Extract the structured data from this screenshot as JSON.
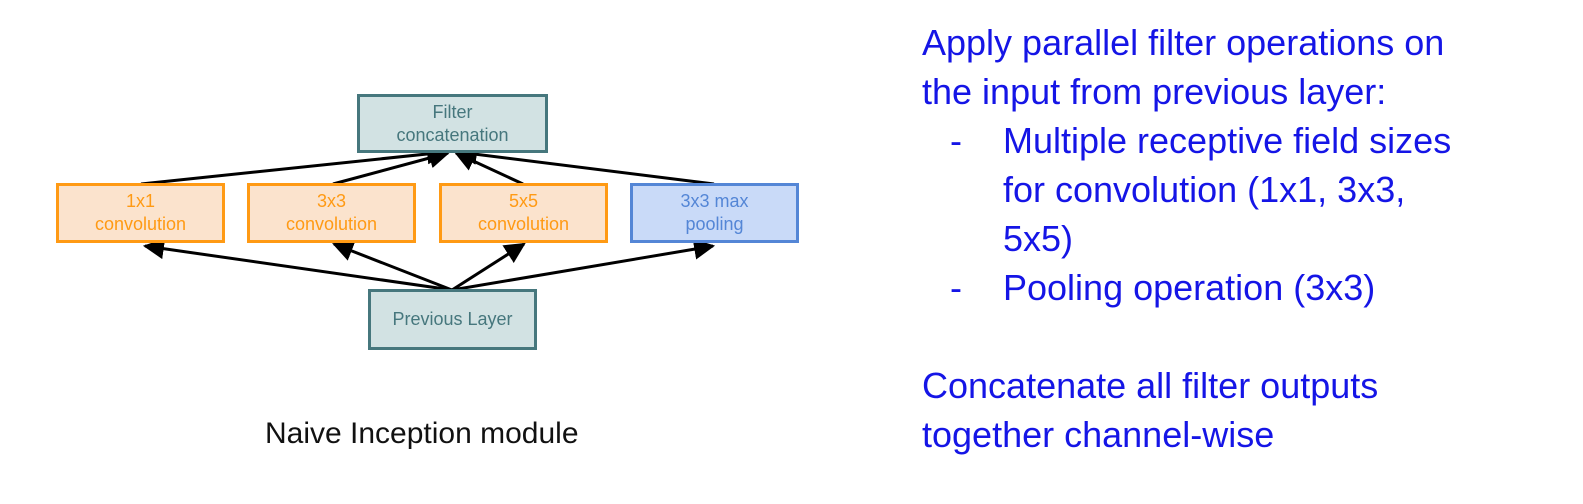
{
  "diagram": {
    "nodes": {
      "filter_concat": [
        "Filter",
        "concatenation"
      ],
      "conv1": [
        "1x1",
        "convolution"
      ],
      "conv3": [
        "3x3",
        "convolution"
      ],
      "conv5": [
        "5x5",
        "convolution"
      ],
      "pool": [
        "3x3 max",
        "pooling"
      ],
      "previous": [
        "Previous Layer"
      ]
    },
    "caption": "Naive Inception module",
    "colors": {
      "gray_fill": "#d2e2e3",
      "gray_border": "#46777d",
      "orange_fill": "#fbe3cd",
      "orange_border": "#ff9a14",
      "blue_fill": "#c9daf8",
      "blue_border": "#5486d6",
      "arrow": "#000000"
    }
  },
  "notes": {
    "intro_line1": "Apply parallel filter operations on",
    "intro_line2": "the input from previous layer:",
    "bullets": [
      {
        "dash": "-",
        "lines": [
          "Multiple receptive field sizes",
          "for convolution (1x1, 3x3,",
          "5x5)"
        ]
      },
      {
        "dash": "-",
        "lines": [
          "Pooling operation (3x3)"
        ]
      }
    ],
    "outro_line1": "Concatenate all filter outputs",
    "outro_line2": "together channel-wise",
    "text_color": "#1515e6"
  }
}
